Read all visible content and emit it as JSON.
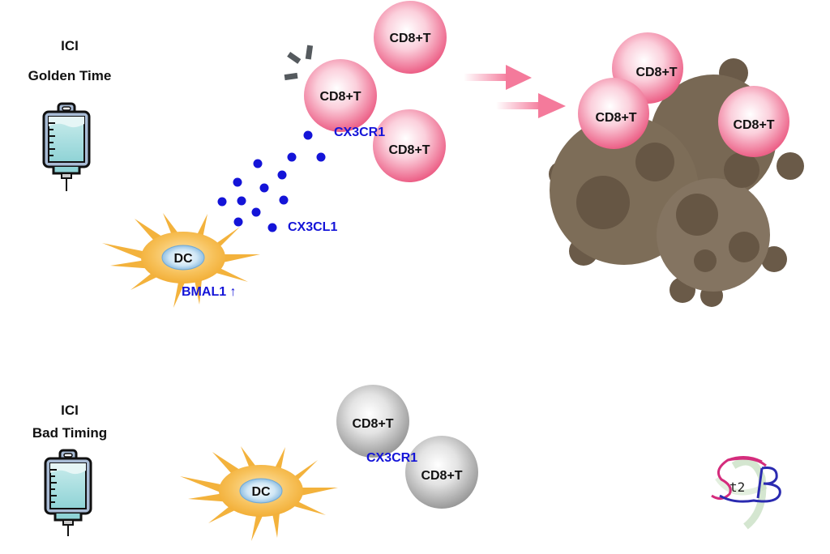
{
  "panels": {
    "top": {
      "title_line1": "ICI",
      "title_line2": "Golden Time",
      "iv_bag_icon": "iv-bag-icon",
      "dendritic_cell_label": "DC",
      "bmal1_label": "BMAL1 ↑",
      "chemokine_label": "CX3CL1",
      "receptor_label": "CX3CR1",
      "t_cells": [
        "CD8+T",
        "CD8+T",
        "CD8+T"
      ],
      "activation_icon": "activation-burst-icon",
      "migration_arrows": 2,
      "tumor_t_cells": [
        "CD8+T",
        "CD8+T",
        "CD8+T"
      ]
    },
    "bottom": {
      "title_line1": "ICI",
      "title_line2": "Bad Timing",
      "iv_bag_icon": "iv-bag-icon",
      "dendritic_cell_label": "DC",
      "receptor_label": "CX3CR1",
      "t_cells": [
        "CD8+T",
        "CD8+T"
      ]
    }
  },
  "logo": {
    "letters": [
      "S",
      "t2",
      "B"
    ]
  },
  "colors": {
    "chemokine_blue": "#1414d8",
    "t_cell_pink": "#ef6f92",
    "t_cell_gray": "#9a9a9a",
    "dc_orange": "#f5b53a",
    "tumor_brown": "#7a6a56",
    "arrow_pink": "#f47a9b"
  }
}
